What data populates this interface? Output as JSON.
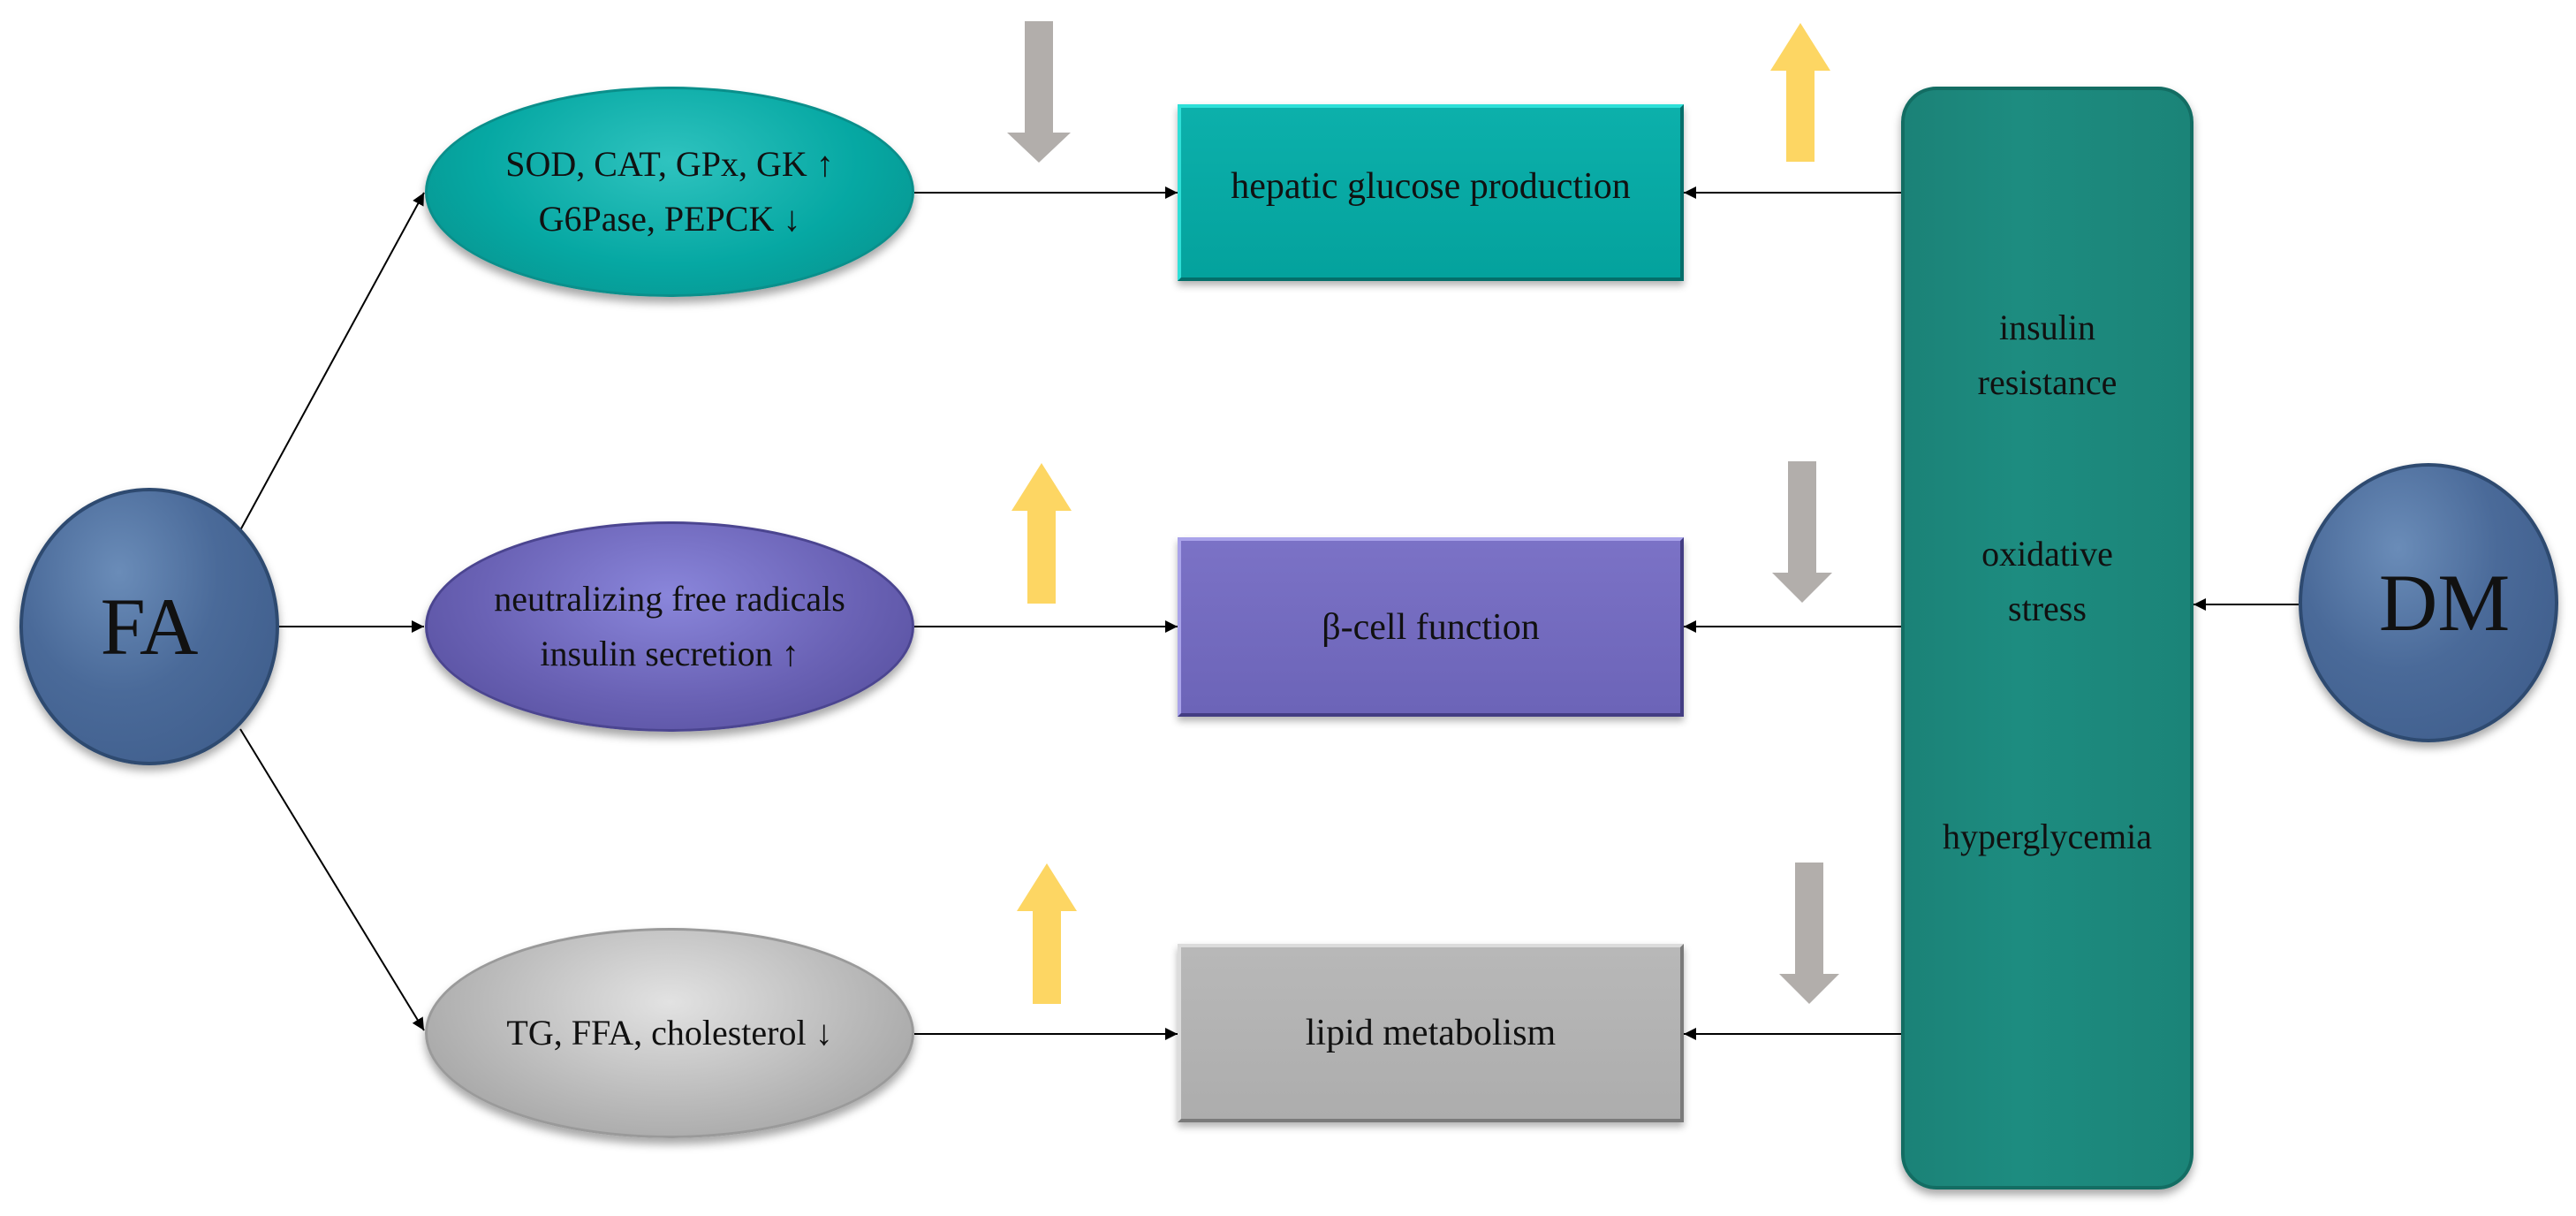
{
  "source": {
    "label": "FA"
  },
  "target": {
    "label": "DM"
  },
  "effects_bar": {
    "lines": [
      "insulin",
      "resistance",
      "oxidative",
      "stress",
      "hyperglycemia"
    ]
  },
  "pathways": [
    {
      "mechanism_lines": [
        "SOD,  CAT,  GPx,    GK ↑",
        "G6Pase,  PEPCK ↓"
      ],
      "outcome": "hepatic glucose production",
      "fa_effect": "down",
      "dm_effect": "up",
      "color": "#06a8a3"
    },
    {
      "mechanism_lines": [
        "neutralizing free radicals",
        "insulin secretion ↑"
      ],
      "outcome": "β-cell function",
      "fa_effect": "up",
      "dm_effect": "down",
      "color": "#6a64b8"
    },
    {
      "mechanism_lines": [
        "TG,  FFA,  cholesterol ↓"
      ],
      "outcome": "lipid metabolism",
      "fa_effect": "up",
      "dm_effect": "down",
      "color": "#b0b0b0"
    }
  ],
  "indicator_colors": {
    "up": "#fdd663",
    "down": "#b2aeab"
  }
}
